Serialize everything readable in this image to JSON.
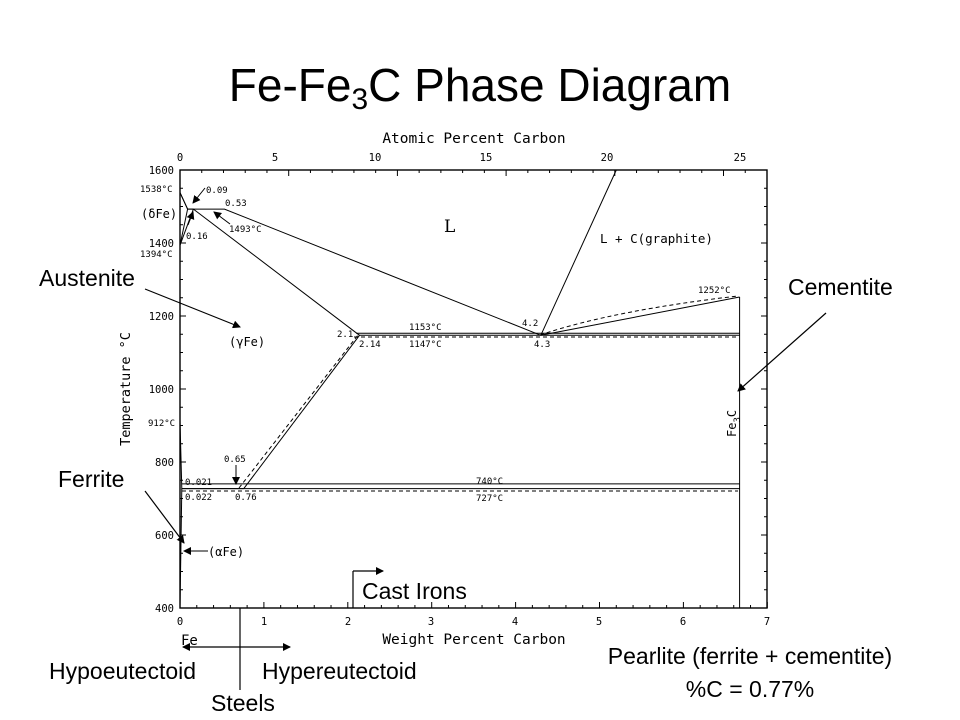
{
  "title": {
    "prefix": "Fe-Fe",
    "sub": "3",
    "suffix": "C Phase Diagram"
  },
  "annotations": {
    "austenite": "Austenite",
    "ferrite": "Ferrite",
    "cementite": "Cementite",
    "cast_irons": "Cast Irons",
    "hypoeutectoid": "Hypoeutectoid",
    "hypereutectoid": "Hypereutectoid",
    "steels": "Steels",
    "pearlite": "Pearlite (ferrite + cementite)",
    "pearlite_composition": "%C = 0.77%"
  },
  "axes": {
    "top_label": "Atomic Percent Carbon",
    "bottom_label": "Weight Percent Carbon",
    "left_label": "Temperature °C",
    "fe_label": "Fe",
    "top_ticks": [
      "0",
      "5",
      "10",
      "15",
      "20",
      "25"
    ],
    "bottom_ticks": [
      "0",
      "1",
      "2",
      "3",
      "4",
      "5",
      "6",
      "7"
    ],
    "left_ticks": [
      "1600",
      "1400",
      "1200",
      "1000",
      "800",
      "600",
      "400"
    ]
  },
  "region_labels": {
    "liquid": "L",
    "liquid_graphite": "L + C(graphite)",
    "delta_fe": "(δFe)",
    "gamma_fe": "(γFe)",
    "alpha_fe": "(αFe)",
    "fe3c_prefix": "Fe",
    "fe3c_sub": "3",
    "fe3c_suffix": "C"
  },
  "point_labels": {
    "t1538": "1538°C",
    "t1394": "1394°C",
    "t1495": "1493°C",
    "t912": "912°C",
    "c009": "0.09",
    "c053": "0.53",
    "c016": "0.16",
    "t1153": "1153°C",
    "t1147": "1147°C",
    "c21": "2.1",
    "c214": "2.14",
    "c42": "4.2",
    "c43": "4.3",
    "t1252": "1252°C",
    "c065": "0.65",
    "c0021": "0.021",
    "c0022": "0.022",
    "c076": "0.76",
    "t740": "740°C",
    "t727": "727°C"
  },
  "chart_data": {
    "type": "line",
    "xlabel": "Weight Percent Carbon",
    "ylabel": "Temperature °C",
    "xlim": [
      0,
      7
    ],
    "ylim": [
      400,
      1600
    ],
    "series": [
      {
        "x": [
          0,
          0.09,
          0.53,
          4.3
        ],
        "y": [
          1538,
          1493,
          1493,
          1147
        ]
      },
      {
        "x": [
          4.3,
          5.2
        ],
        "y": [
          1147,
          1600
        ]
      },
      {
        "x": [
          0.09,
          0.16
        ],
        "y": [
          1493,
          1493
        ]
      },
      {
        "x": [
          0,
          0.09
        ],
        "y": [
          1538,
          1493
        ]
      },
      {
        "x": [
          0,
          0.16
        ],
        "y": [
          1394,
          1493
        ]
      },
      {
        "x": [
          0,
          0.09
        ],
        "y": [
          1394,
          1493
        ]
      },
      {
        "x": [
          0.16,
          2.14
        ],
        "y": [
          1493,
          1147
        ]
      },
      {
        "x": [
          2.14,
          6.67
        ],
        "y": [
          1147,
          1147
        ]
      },
      {
        "x": [
          2.1,
          6.67
        ],
        "y": [
          1153,
          1153
        ]
      },
      {
        "x": [
          4.3,
          6.67
        ],
        "y": [
          1147,
          1252
        ]
      },
      {
        "x": [
          0,
          0.022,
          0.76
        ],
        "y": [
          912,
          727,
          727
        ]
      },
      {
        "x": [
          0.76,
          2.14
        ],
        "y": [
          727,
          1147
        ]
      },
      {
        "x": [
          0.022,
          6.67
        ],
        "y": [
          727,
          727
        ]
      },
      {
        "x": [
          0.021,
          6.67
        ],
        "y": [
          740,
          740
        ]
      },
      {
        "x": [
          0,
          0.022
        ],
        "y": [
          400,
          727
        ]
      },
      {
        "x": [
          6.67,
          6.67
        ],
        "y": [
          400,
          1252
        ]
      }
    ]
  }
}
